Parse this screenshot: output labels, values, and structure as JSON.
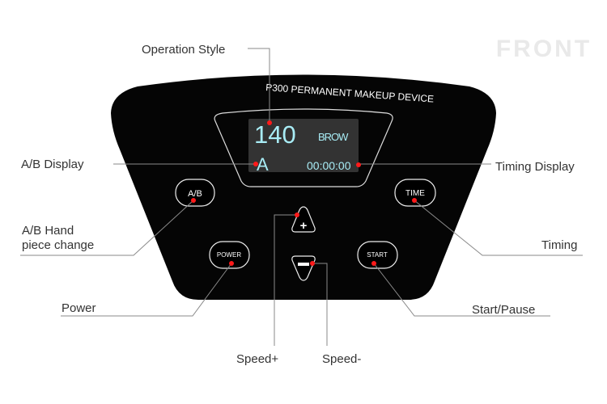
{
  "watermark": "FRONT",
  "device": {
    "brand_text": "P300 PERMANENT MAKEUP DEVICE",
    "display": {
      "speed": "140",
      "mode": "BROW",
      "handpiece": "A",
      "timer": "00:00:00"
    },
    "buttons": {
      "ab": "A/B",
      "time": "TIME",
      "power": "POWER",
      "start": "START",
      "plus": "+",
      "minus": "−"
    }
  },
  "callouts": {
    "operation_style": "Operation Style",
    "ab_display": "A/B Display",
    "timing_display": "Timing Display",
    "ab_change_line1": "A/B Hand",
    "ab_change_line2": "piece change",
    "timing": "Timing",
    "power": "Power",
    "start_pause": "Start/Pause",
    "speed_plus": "Speed+",
    "speed_minus": "Speed-"
  },
  "colors": {
    "device": "#050505",
    "indicator": "#ff1a1a",
    "lcd_text": "#a8ecf5",
    "lcd_bg": "#333333"
  }
}
